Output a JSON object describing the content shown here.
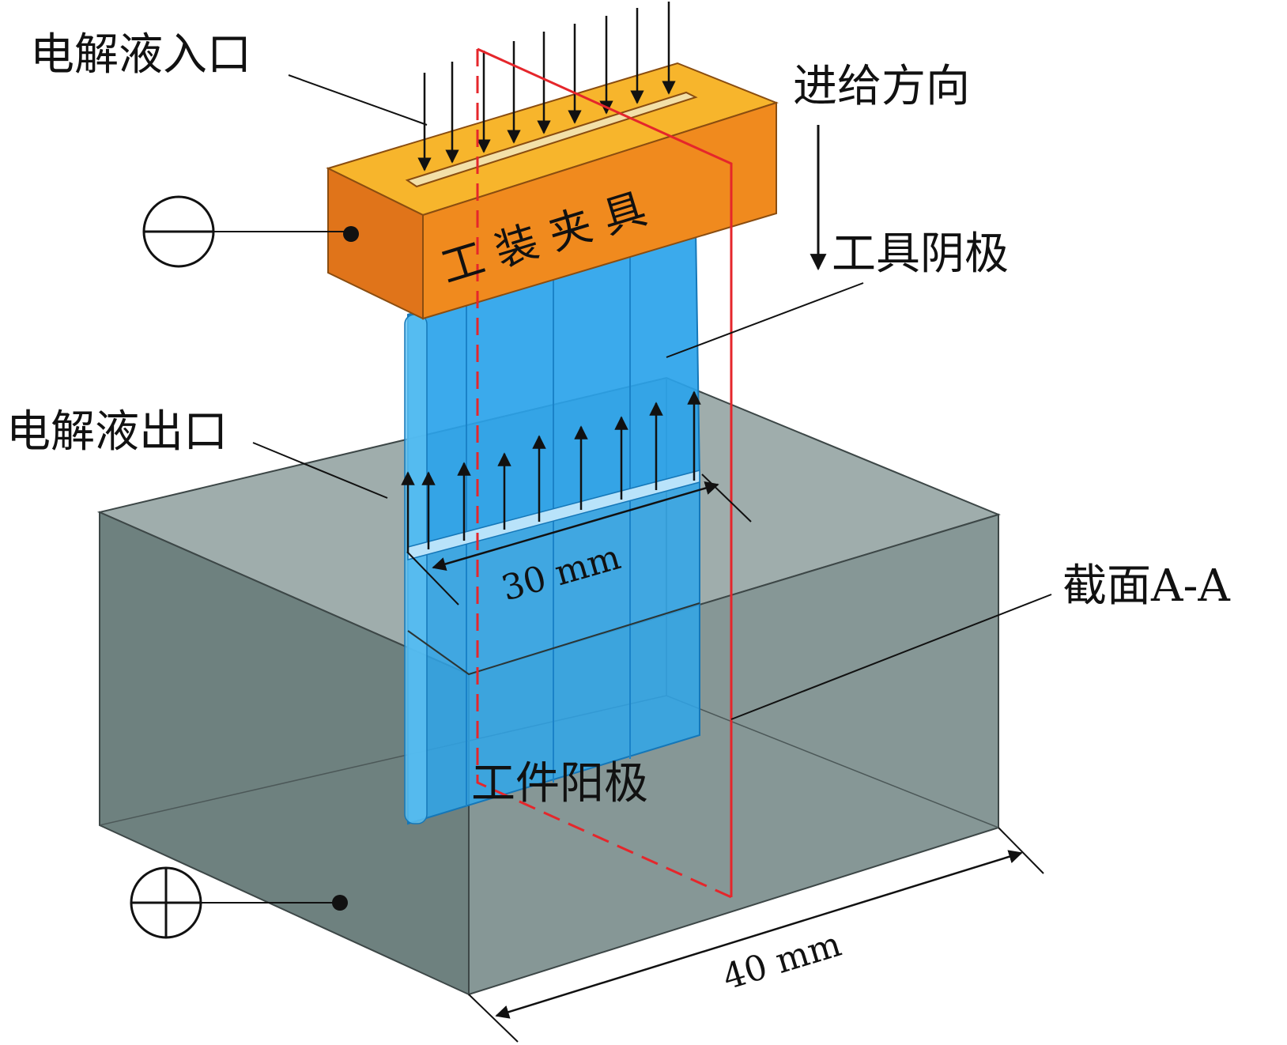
{
  "labels": {
    "electrolyte_inlet": "电解液入口",
    "feed_direction": "进给方向",
    "fixture": "工 装 夹 具",
    "tool_cathode": "工具阴极",
    "electrolyte_outlet": "电解液出口",
    "dim_30": "30 mm",
    "section_aa": "截面A-A",
    "workpiece_anode": "工件阳极",
    "dim_40": "40 mm"
  },
  "colors": {
    "fixture_front": "#f08a1e",
    "fixture_top": "#f7b52c",
    "fixture_side": "#e0741a",
    "cathode": "#2aa3ea",
    "workpiece": "#7d8f8e",
    "section_plane": "#e5262b",
    "line": "#111111"
  },
  "symbols": {
    "negative_terminal": "minus-circle",
    "positive_terminal": "plus-circle"
  }
}
